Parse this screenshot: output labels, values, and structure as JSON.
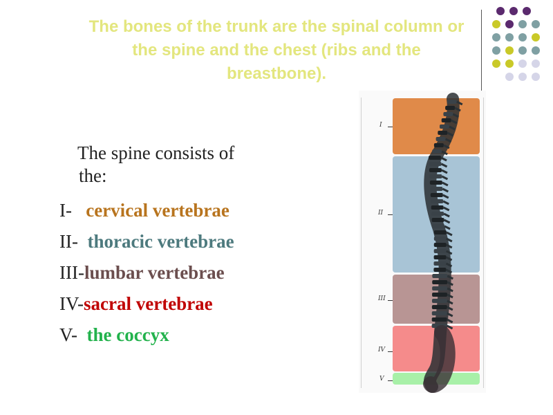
{
  "title": {
    "line1": "The bones of the trunk are the spinal column or",
    "line2": "the spine and the chest (ribs and the",
    "line3": "breastbone)."
  },
  "intro": {
    "line1": "The spine consists of",
    "line2": "the:"
  },
  "items": [
    {
      "prefix": "I-   ",
      "term": "cervical vertebrae",
      "color": "#b8741e"
    },
    {
      "prefix": "II-  ",
      "term": "thoracic vertebrae",
      "color": "#4d7a7e"
    },
    {
      "prefix": "III-",
      "term": "lumbar vertebrae",
      "color": "#6b4e4e"
    },
    {
      "prefix": "IV-",
      "term": "sacral vertebrae",
      "color": "#c00000"
    },
    {
      "prefix": "V-  ",
      "term": "the coccyx",
      "color": "#22b24c"
    }
  ],
  "figure": {
    "region_labels": [
      "I",
      "II",
      "III",
      "IV",
      "V"
    ],
    "region_colors": [
      "#e08a49",
      "#a8c4d6",
      "#b89594",
      "#f58b8b",
      "#a8f0a8"
    ]
  },
  "decor_colors": {
    "purple": "#5b2a6e",
    "teal": "#7fa0a3",
    "olive": "#c9c928",
    "lavender": "#d5d5e8"
  }
}
